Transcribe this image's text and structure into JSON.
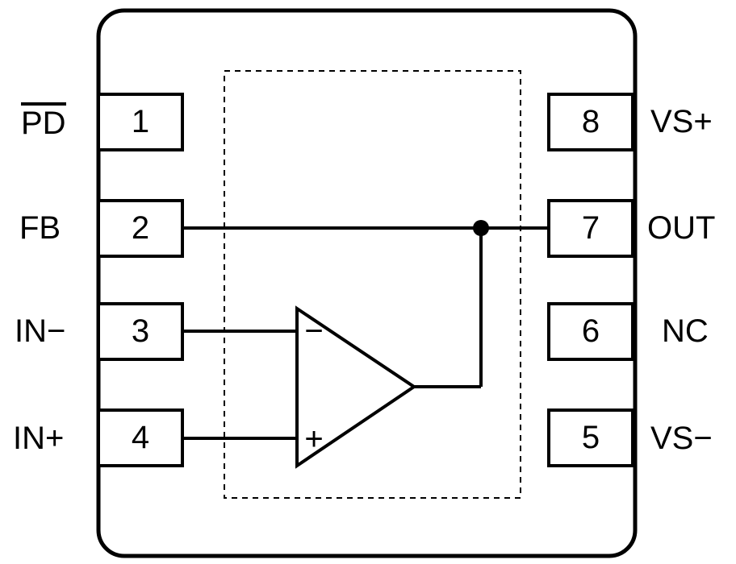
{
  "pins": {
    "left": [
      {
        "number": "1",
        "label": "PD",
        "overline": true
      },
      {
        "number": "2",
        "label": "FB",
        "overline": false
      },
      {
        "number": "3",
        "label": "IN−",
        "overline": false
      },
      {
        "number": "4",
        "label": "IN+",
        "overline": false
      }
    ],
    "right": [
      {
        "number": "8",
        "label": "VS+"
      },
      {
        "number": "7",
        "label": "OUT"
      },
      {
        "number": "6",
        "label": "NC"
      },
      {
        "number": "5",
        "label": "VS−"
      }
    ]
  },
  "opamp": {
    "inverting_input_label": "−",
    "noninverting_input_label": "+"
  },
  "colors": {
    "stroke": "#000000",
    "background": "#ffffff"
  }
}
